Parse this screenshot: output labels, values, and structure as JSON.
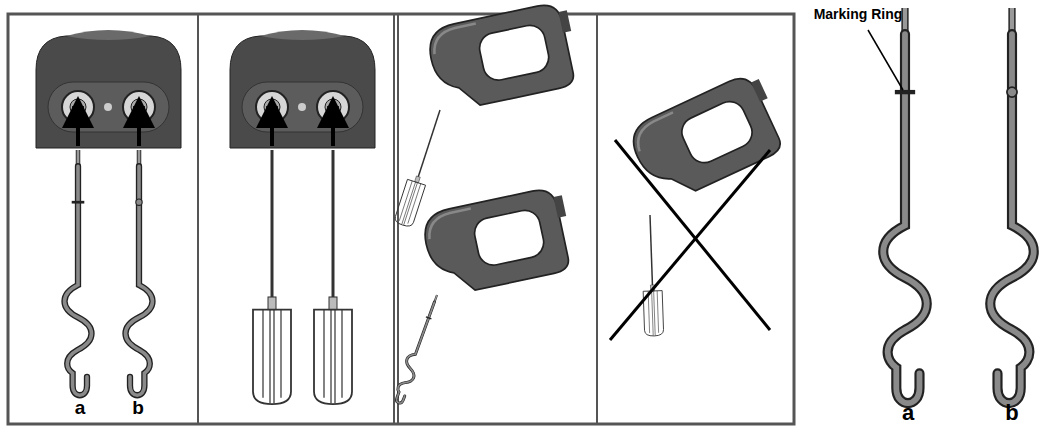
{
  "diagram": {
    "labels": [
      "a",
      "b",
      "Marking Ring",
      "a",
      "b"
    ]
  }
}
